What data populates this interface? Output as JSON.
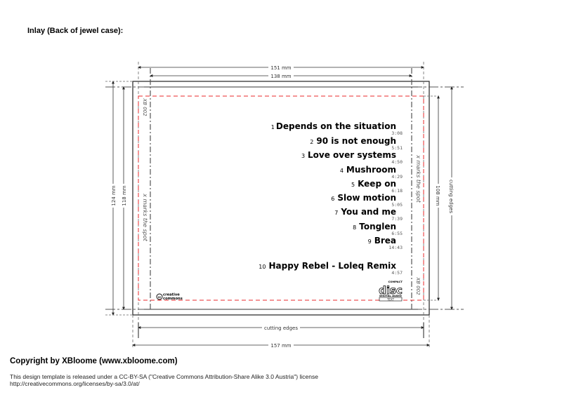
{
  "page": {
    "title": "Inlay (Back of jewel case):",
    "copyright": "Copyright by XBloome (www.xbloome.com)",
    "license_line1": "This design template is released under a CC-BY-SA (\"Creative Commons Attribution-Share Alike 3.0 Austria\") license",
    "license_line2": "http://creativecommons.org/licenses/by-sa/3.0/at/"
  },
  "dimensions": {
    "top_outer": "151 mm",
    "top_inner": "138 mm",
    "left_outer": "124 mm",
    "left_inner": "118 mm",
    "right_inner": "108 mm",
    "right_outer": "cutting edges",
    "bottom_inner": "cutting edges",
    "bottom_outer": "157 mm"
  },
  "spine": {
    "left_top": "XB 002",
    "left_center": "x marks the spot",
    "right_center": "x marks the spot",
    "right_bottom": "XB 002"
  },
  "tracks": [
    {
      "num": "1",
      "title": "Depends on the situation",
      "time": "3:08"
    },
    {
      "num": "2",
      "title": "90 is not enough",
      "time": "5:51"
    },
    {
      "num": "3",
      "title": "Love over systems",
      "time": "4:50"
    },
    {
      "num": "4",
      "title": "Mushroom",
      "time": "4:29"
    },
    {
      "num": "5",
      "title": "Keep on",
      "time": "6:18"
    },
    {
      "num": "6",
      "title": "Slow motion",
      "time": "5:05"
    },
    {
      "num": "7",
      "title": "You and me",
      "time": "7:39"
    },
    {
      "num": "8",
      "title": "Tonglen",
      "time": "6:55"
    },
    {
      "num": "9",
      "title": "Brea",
      "time": "14:43"
    },
    {
      "num": "10",
      "title": "Happy Rebel - Loleq Remix",
      "time": "4:57"
    }
  ],
  "logos": {
    "cc_symbol": "cc",
    "cc_line1": "creative",
    "cc_line2": "commons",
    "cd_top": "COMPACT",
    "cd_main": "disc",
    "cd_sub": "DIGITAL AUDIO",
    "cd_box": "TEXT"
  },
  "colors": {
    "trim_red": "#e8282b",
    "guide_gray": "#666666",
    "frame_black": "#222222"
  }
}
